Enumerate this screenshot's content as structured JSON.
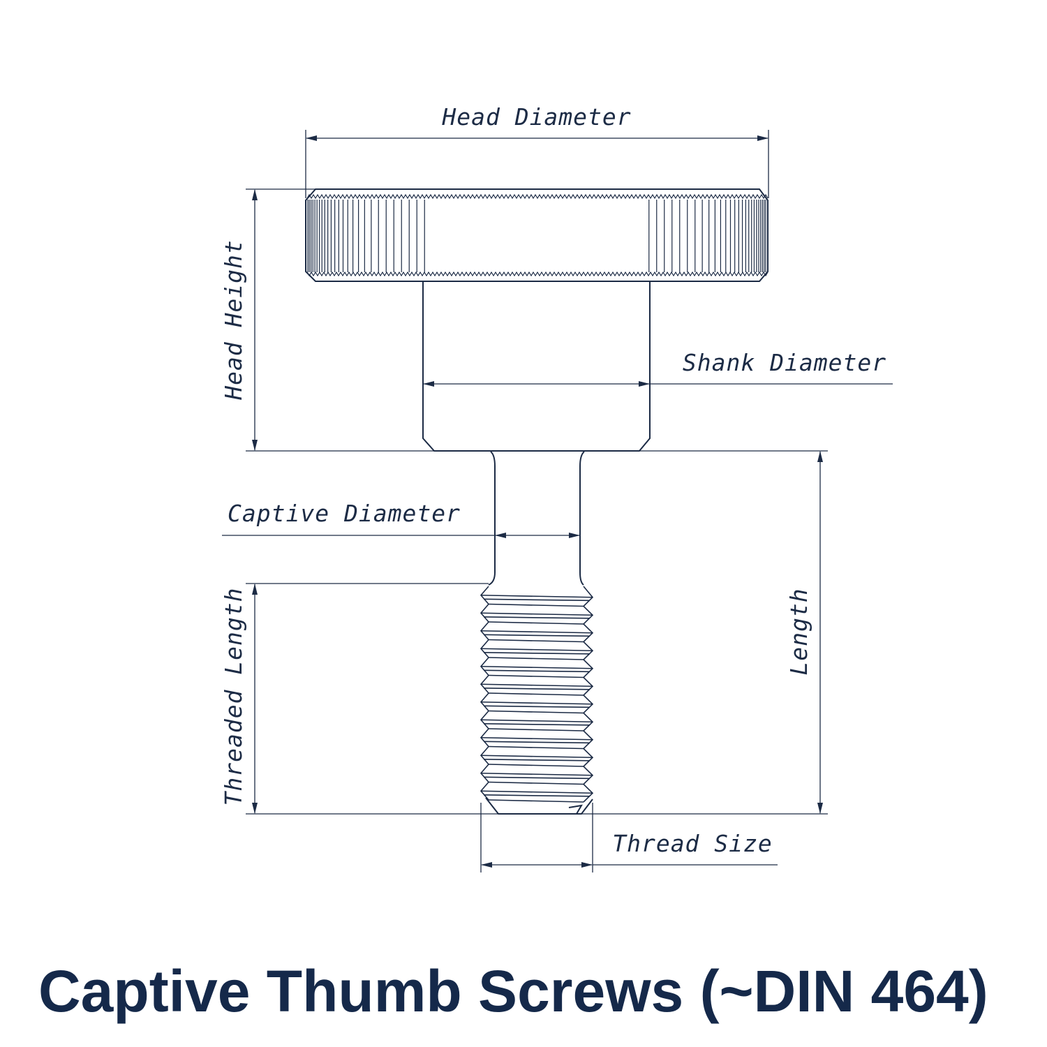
{
  "title": "Captive Thumb Screws (~DIN 464)",
  "labels": {
    "head_diameter": "Head Diameter",
    "head_height": "Head Height",
    "shank_diameter": "Shank Diameter",
    "captive_diameter": "Captive Diameter",
    "threaded_length": "Threaded Length",
    "length": "Length",
    "thread_size": "Thread Size"
  },
  "colors": {
    "line": "#1c2b45",
    "title": "#15294a"
  }
}
